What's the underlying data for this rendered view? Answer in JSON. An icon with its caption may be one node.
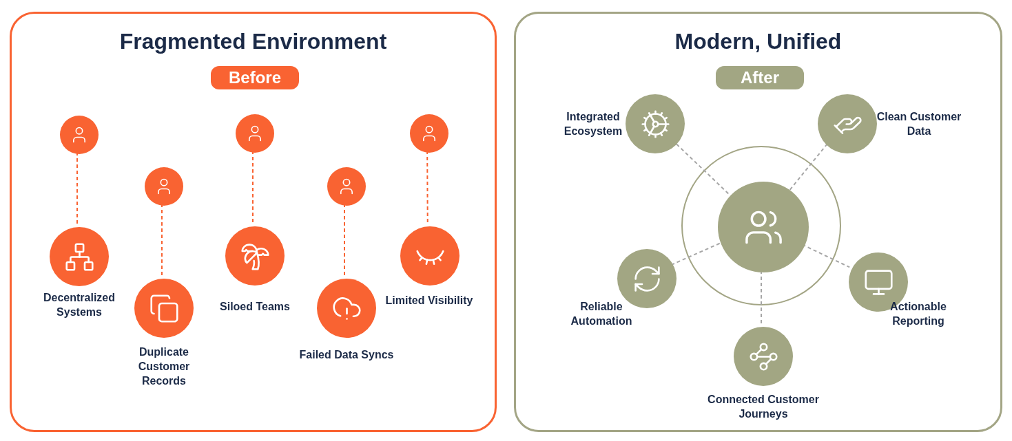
{
  "diagram": {
    "nodes": [
      {
        "text": [
          "Fragmented Environment"
        ]
      },
      {
        "text": [
          "Before"
        ],
        "in": 0
      },
      {
        "text": [],
        "shape": "circle",
        "in": 0
      },
      {
        "text": [],
        "shape": "circle",
        "in": 0,
        "beside": [
          "Decentralized Systems"
        ]
      },
      {
        "text": [],
        "shape": "circle",
        "in": 0
      },
      {
        "text": [],
        "shape": "circle",
        "in": 0,
        "beside": [
          "Duplicate Customer Records"
        ]
      },
      {
        "text": [],
        "shape": "circle",
        "in": 0
      },
      {
        "text": [],
        "shape": "circle",
        "in": 0,
        "beside": [
          "Siloed Teams"
        ]
      },
      {
        "text": [],
        "shape": "circle",
        "in": 0
      },
      {
        "text": [],
        "shape": "circle",
        "in": 0,
        "beside": [
          "Failed Data Syncs"
        ]
      },
      {
        "text": [],
        "shape": "circle",
        "in": 0
      },
      {
        "text": [],
        "shape": "circle",
        "in": 0,
        "beside": [
          "Limited Visibility"
        ]
      },
      {
        "text": [
          "Modern, Unified"
        ]
      },
      {
        "text": [
          "After"
        ],
        "in": 12
      },
      {
        "text": [],
        "shape": "circle",
        "in": 12
      },
      {
        "text": [],
        "shape": "circle",
        "in": 12,
        "beside": [
          "Integrated Ecosystem"
        ]
      },
      {
        "text": [],
        "shape": "circle",
        "in": 12,
        "beside": [
          "Clean Customer Data"
        ]
      },
      {
        "text": [],
        "shape": "circle",
        "in": 12,
        "beside": [
          "Reliable Automation"
        ]
      },
      {
        "text": [],
        "shape": "circle",
        "in": 12,
        "beside": [
          "Actionable Reporting"
        ]
      },
      {
        "text": [],
        "shape": "circle",
        "in": 12,
        "beside": [
          "Connected Customer Journeys"
        ]
      }
    ],
    "edges": [
      {
        "from": 2,
        "to": 3,
        "arrow": "none",
        "style": "dashed",
        "color": "#f96332"
      },
      {
        "from": 4,
        "to": 5,
        "arrow": "none",
        "style": "dashed",
        "color": "#f96332"
      },
      {
        "from": 6,
        "to": 7,
        "arrow": "none",
        "style": "dashed",
        "color": "#f96332"
      },
      {
        "from": 8,
        "to": 9,
        "arrow": "none",
        "style": "dashed",
        "color": "#f96332"
      },
      {
        "from": 10,
        "to": 11,
        "arrow": "none",
        "style": "dashed",
        "color": "#f96332"
      },
      {
        "from": 14,
        "to": 15,
        "arrow": "none",
        "style": "dashed",
        "color": "#a6a6a6"
      },
      {
        "from": 14,
        "to": 16,
        "arrow": "none",
        "style": "dashed",
        "color": "#a6a6a6"
      },
      {
        "from": 14,
        "to": 17,
        "arrow": "none",
        "style": "dashed",
        "color": "#a6a6a6"
      },
      {
        "from": 14,
        "to": 18,
        "arrow": "none",
        "style": "dashed",
        "color": "#a6a6a6"
      },
      {
        "from": 14,
        "to": 19,
        "arrow": "none",
        "style": "dashed",
        "color": "#a6a6a6"
      }
    ]
  }
}
